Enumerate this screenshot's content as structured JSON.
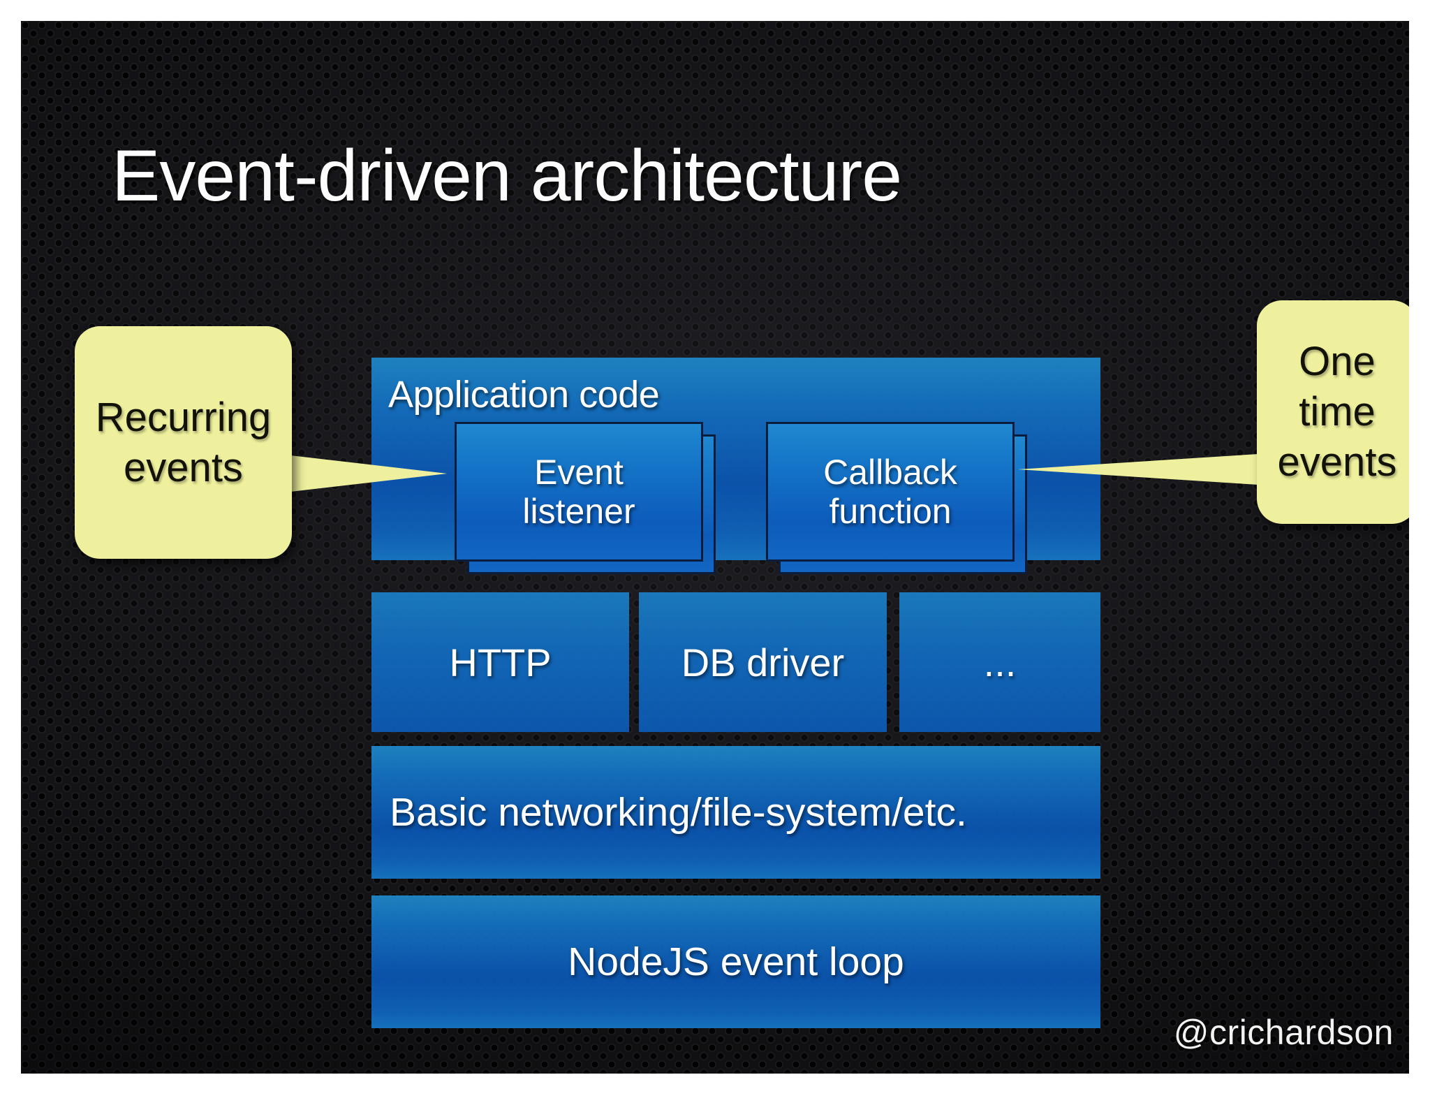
{
  "slide": {
    "title": "Event-driven architecture",
    "handle": "@crichardson",
    "background_color": "#0a0a0b",
    "accent_blue": "#1376c8",
    "callout_yellow": "#eef09e",
    "text_color": "#ffffff"
  },
  "callouts": [
    {
      "name": "recurring",
      "text": "Recurring\nevents",
      "line1": "Recurring",
      "line2": "events",
      "points_to": "Event listener"
    },
    {
      "name": "one-time",
      "text": "One time events",
      "line1": "One",
      "line2": "time",
      "line3": "events",
      "points_to": "Callback function"
    }
  ],
  "diagram": {
    "application_layer": {
      "label": "Application code",
      "components": [
        {
          "name": "event-listener",
          "line1": "Event",
          "line2": "listener",
          "stacked": true
        },
        {
          "name": "callback-function",
          "line1": "Callback",
          "line2": "function",
          "stacked": true
        }
      ]
    },
    "driver_layer": [
      {
        "name": "http",
        "label": "HTTP"
      },
      {
        "name": "db-driver",
        "label": "DB driver"
      },
      {
        "name": "more",
        "label": "..."
      }
    ],
    "platform_layers": [
      {
        "name": "basic-networking",
        "label": "Basic networking/file-system/etc."
      },
      {
        "name": "nodejs-event-loop",
        "label": "NodeJS event loop"
      }
    ]
  }
}
